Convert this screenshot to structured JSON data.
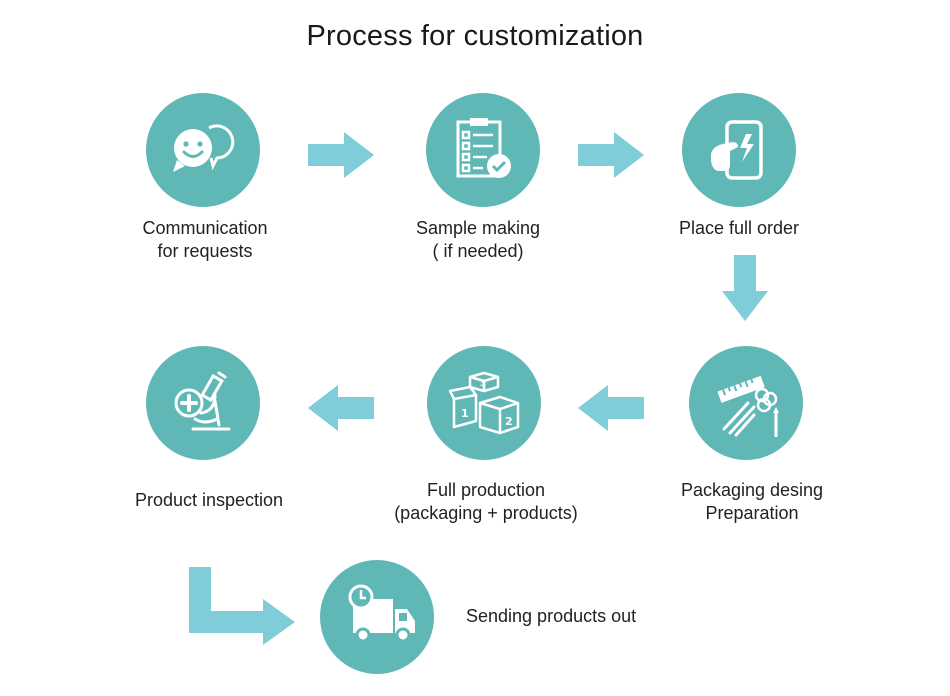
{
  "title": "Process for customization",
  "colors": {
    "circle": "#5fb8b6",
    "arrow": "#7ecdd8",
    "icon": "#ffffff"
  },
  "steps": [
    {
      "icon": "chat-face-icon",
      "lines": [
        "Communication",
        "for requests"
      ]
    },
    {
      "icon": "checklist-icon",
      "lines": [
        "Sample making",
        "( if needed)"
      ]
    },
    {
      "icon": "phone-tap-icon",
      "lines": [
        "Place full order"
      ]
    },
    {
      "icon": "design-tools-icon",
      "lines": [
        "Packaging desing",
        "Preparation"
      ]
    },
    {
      "icon": "boxes-icon",
      "lines": [
        "Full production",
        "(packaging + products)"
      ]
    },
    {
      "icon": "microscope-icon",
      "lines": [
        "Product inspection"
      ]
    },
    {
      "icon": "delivery-truck-icon",
      "lines": [
        "Sending products out"
      ]
    }
  ]
}
